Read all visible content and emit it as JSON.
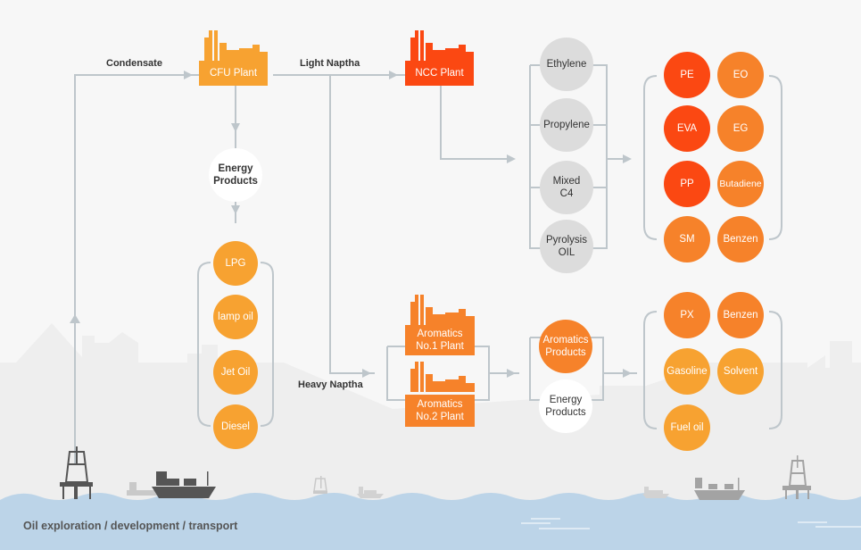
{
  "colors": {
    "line": "#bec6cb",
    "plant_orange": "#f6822a",
    "plant_yellow": "#f7a231",
    "plant_red": "#fb4812",
    "sea": "#bcd4e8",
    "skyline": "#eeeeee"
  },
  "flows": {
    "condensate": "Condensate",
    "light_naptha": "Light Naptha",
    "heavy_naptha": "Heavy Naptha"
  },
  "plants": {
    "cfu": "CFU Plant",
    "ncc": "NCC Plant",
    "aromatics1_line1": "Aromatics",
    "aromatics1_line2": "No.1 Plant",
    "aromatics2_line1": "Aromatics",
    "aromatics2_line2": "No.2 Plant"
  },
  "energy_products_cfu": {
    "line1": "Energy",
    "line2": "Products"
  },
  "cfu_products": [
    "LPG",
    "lamp oil",
    "Jet Oil",
    "Diesel"
  ],
  "ncc_intermediates": [
    {
      "line1": "Ethylene",
      "line2": ""
    },
    {
      "line1": "Propylene",
      "line2": ""
    },
    {
      "line1": "Mixed",
      "line2": "C4"
    },
    {
      "line1": "Pyrolysis",
      "line2": "OIL"
    }
  ],
  "ncc_products": [
    {
      "label": "PE",
      "tone": "red"
    },
    {
      "label": "EO",
      "tone": "orange"
    },
    {
      "label": "EVA",
      "tone": "red"
    },
    {
      "label": "EG",
      "tone": "orange"
    },
    {
      "label": "PP",
      "tone": "red"
    },
    {
      "label": "Butadiene",
      "tone": "orange"
    },
    {
      "label": "SM",
      "tone": "orange"
    },
    {
      "label": "Benzen",
      "tone": "orange"
    }
  ],
  "aromatics_outputs": {
    "aromatics_products": {
      "line1": "Aromatics",
      "line2": "Products"
    },
    "energy_products": {
      "line1": "Energy",
      "line2": "Products"
    }
  },
  "aromatics_final": [
    {
      "label": "PX",
      "tone": "orange"
    },
    {
      "label": "Benzen",
      "tone": "orange"
    },
    {
      "label": "Gasoline",
      "tone": "yellow"
    },
    {
      "label": "Solvent",
      "tone": "yellow"
    },
    {
      "label": "Fuel oil",
      "tone": "yellow"
    }
  ],
  "footer": {
    "caption": "Oil exploration / development / transport"
  }
}
